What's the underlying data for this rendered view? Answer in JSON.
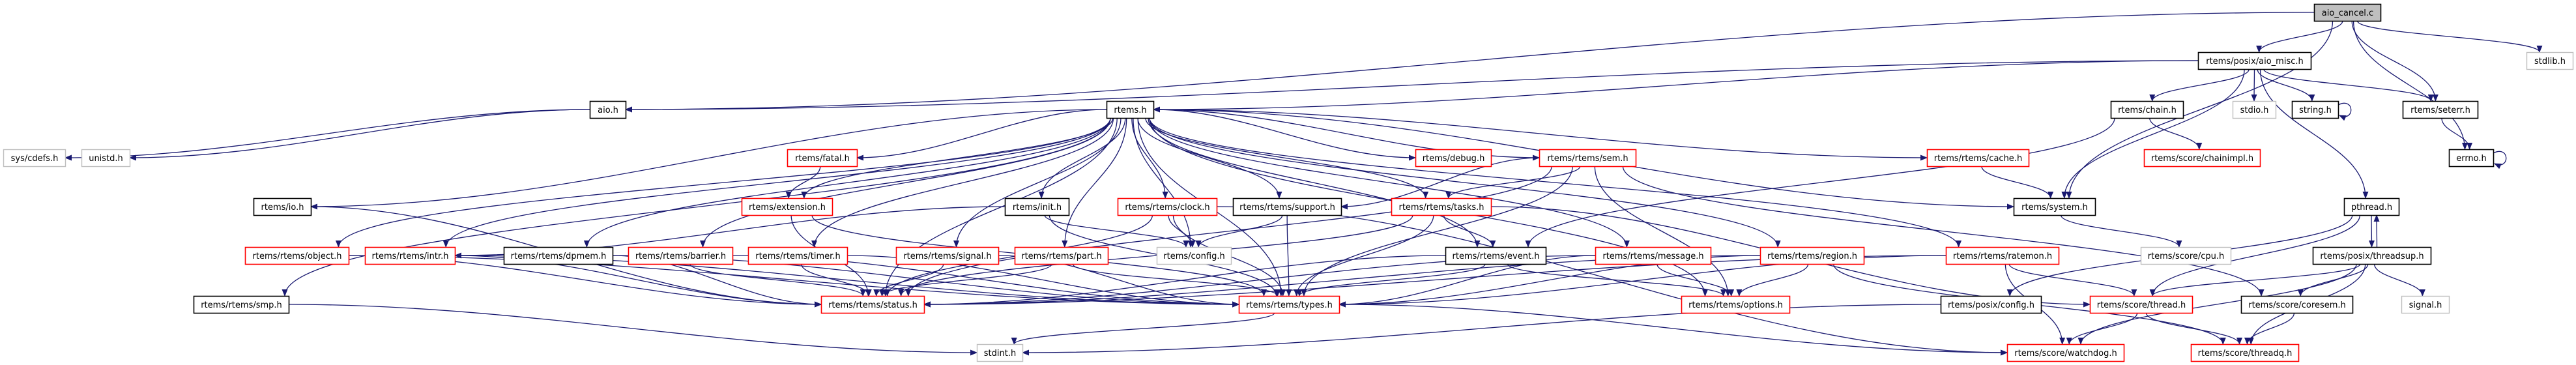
{
  "graph": {
    "title": "aio_cancel.c include dependency graph",
    "colors": {
      "edge": "#191970",
      "current_fill": "#bfbfbf",
      "current_border": "#000000",
      "documented_border": "#000000",
      "truncated_border": "#ff0000",
      "external_border": "#bfbfbf",
      "node_fill": "#ffffff"
    },
    "nodes": [
      {
        "id": "aio_cancel_c",
        "label": "aio_cancel.c",
        "kind": "current"
      },
      {
        "id": "aio_misc_h",
        "label": "rtems/posix/aio_misc.h",
        "kind": "documented"
      },
      {
        "id": "stdlib_h",
        "label": "stdlib.h",
        "kind": "external"
      },
      {
        "id": "aio_h",
        "label": "aio.h",
        "kind": "documented"
      },
      {
        "id": "rtems_h",
        "label": "rtems.h",
        "kind": "documented"
      },
      {
        "id": "chain_h",
        "label": "rtems/chain.h",
        "kind": "documented"
      },
      {
        "id": "stdio_h",
        "label": "stdio.h",
        "kind": "external"
      },
      {
        "id": "string_h",
        "label": "string.h",
        "kind": "documented"
      },
      {
        "id": "seterr_h",
        "label": "rtems/seterr.h",
        "kind": "documented"
      },
      {
        "id": "sys_cdefs_h",
        "label": "sys/cdefs.h",
        "kind": "external"
      },
      {
        "id": "unistd_h",
        "label": "unistd.h",
        "kind": "external"
      },
      {
        "id": "fatal_h",
        "label": "rtems/fatal.h",
        "kind": "truncated"
      },
      {
        "id": "debug_h",
        "label": "rtems/debug.h",
        "kind": "truncated"
      },
      {
        "id": "sem_h",
        "label": "rtems/rtems/sem.h",
        "kind": "truncated"
      },
      {
        "id": "cache_h",
        "label": "rtems/rtems/cache.h",
        "kind": "truncated"
      },
      {
        "id": "chainimpl_h",
        "label": "rtems/score/chainimpl.h",
        "kind": "truncated"
      },
      {
        "id": "errno_h",
        "label": "errno.h",
        "kind": "documented"
      },
      {
        "id": "io_h",
        "label": "rtems/io.h",
        "kind": "documented"
      },
      {
        "id": "extension_h",
        "label": "rtems/extension.h",
        "kind": "truncated"
      },
      {
        "id": "init_h",
        "label": "rtems/init.h",
        "kind": "documented"
      },
      {
        "id": "clock_h",
        "label": "rtems/rtems/clock.h",
        "kind": "truncated"
      },
      {
        "id": "support_h",
        "label": "rtems/rtems/support.h",
        "kind": "documented"
      },
      {
        "id": "tasks_h",
        "label": "rtems/rtems/tasks.h",
        "kind": "truncated"
      },
      {
        "id": "system_h",
        "label": "rtems/system.h",
        "kind": "documented"
      },
      {
        "id": "pthread_h",
        "label": "pthread.h",
        "kind": "documented"
      },
      {
        "id": "object_h",
        "label": "rtems/rtems/object.h",
        "kind": "truncated"
      },
      {
        "id": "intr_h",
        "label": "rtems/rtems/intr.h",
        "kind": "truncated"
      },
      {
        "id": "dpmem_h",
        "label": "rtems/rtems/dpmem.h",
        "kind": "documented"
      },
      {
        "id": "barrier_h",
        "label": "rtems/rtems/barrier.h",
        "kind": "truncated"
      },
      {
        "id": "timer_h",
        "label": "rtems/rtems/timer.h",
        "kind": "truncated"
      },
      {
        "id": "signal_rtems_h",
        "label": "rtems/rtems/signal.h",
        "kind": "truncated"
      },
      {
        "id": "part_h",
        "label": "rtems/rtems/part.h",
        "kind": "truncated"
      },
      {
        "id": "config_h",
        "label": "rtems/config.h",
        "kind": "external"
      },
      {
        "id": "event_h",
        "label": "rtems/rtems/event.h",
        "kind": "documented"
      },
      {
        "id": "message_h",
        "label": "rtems/rtems/message.h",
        "kind": "truncated"
      },
      {
        "id": "region_h",
        "label": "rtems/rtems/region.h",
        "kind": "truncated"
      },
      {
        "id": "ratemon_h",
        "label": "rtems/rtems/ratemon.h",
        "kind": "truncated"
      },
      {
        "id": "cpu_h",
        "label": "rtems/score/cpu.h",
        "kind": "external"
      },
      {
        "id": "threadsup_h",
        "label": "rtems/posix/threadsup.h",
        "kind": "documented"
      },
      {
        "id": "smp_h",
        "label": "rtems/rtems/smp.h",
        "kind": "documented"
      },
      {
        "id": "status_h",
        "label": "rtems/rtems/status.h",
        "kind": "truncated"
      },
      {
        "id": "types_h",
        "label": "rtems/rtems/types.h",
        "kind": "truncated"
      },
      {
        "id": "options_h",
        "label": "rtems/rtems/options.h",
        "kind": "truncated"
      },
      {
        "id": "posix_config_h",
        "label": "rtems/posix/config.h",
        "kind": "documented"
      },
      {
        "id": "thread_h",
        "label": "rtems/score/thread.h",
        "kind": "truncated"
      },
      {
        "id": "coresem_h",
        "label": "rtems/score/coresem.h",
        "kind": "documented"
      },
      {
        "id": "signal_h",
        "label": "signal.h",
        "kind": "external"
      },
      {
        "id": "stdint_h",
        "label": "stdint.h",
        "kind": "external"
      },
      {
        "id": "watchdog_h",
        "label": "rtems/score/watchdog.h",
        "kind": "truncated"
      },
      {
        "id": "threadq_h",
        "label": "rtems/score/threadq.h",
        "kind": "truncated"
      }
    ],
    "edges": [
      [
        "aio_cancel_c",
        "aio_h"
      ],
      [
        "aio_cancel_c",
        "aio_misc_h"
      ],
      [
        "aio_cancel_c",
        "system_h"
      ],
      [
        "aio_cancel_c",
        "seterr_h"
      ],
      [
        "aio_cancel_c",
        "errno_h"
      ],
      [
        "aio_cancel_c",
        "stdlib_h"
      ],
      [
        "aio_misc_h",
        "stdio_h"
      ],
      [
        "aio_misc_h",
        "string_h"
      ],
      [
        "aio_misc_h",
        "rtems_h"
      ],
      [
        "aio_misc_h",
        "aio_h"
      ],
      [
        "aio_misc_h",
        "chain_h"
      ],
      [
        "aio_misc_h",
        "pthread_h"
      ],
      [
        "aio_misc_h",
        "system_h"
      ],
      [
        "aio_misc_h",
        "seterr_h"
      ],
      [
        "aio_h",
        "sys_cdefs_h"
      ],
      [
        "aio_h",
        "unistd_h"
      ],
      [
        "string_h",
        "string_h"
      ],
      [
        "errno_h",
        "errno_h"
      ],
      [
        "seterr_h",
        "errno_h"
      ],
      [
        "chain_h",
        "chainimpl_h"
      ],
      [
        "chain_h",
        "event_h"
      ],
      [
        "rtems_h",
        "system_h"
      ],
      [
        "rtems_h",
        "status_h"
      ],
      [
        "rtems_h",
        "types_h"
      ],
      [
        "rtems_h",
        "config_h"
      ],
      [
        "rtems_h",
        "debug_h"
      ],
      [
        "rtems_h",
        "extension_h"
      ],
      [
        "rtems_h",
        "fatal_h"
      ],
      [
        "rtems_h",
        "init_h"
      ],
      [
        "rtems_h",
        "io_h"
      ],
      [
        "rtems_h",
        "barrier_h"
      ],
      [
        "rtems_h",
        "cache_h"
      ],
      [
        "rtems_h",
        "clock_h"
      ],
      [
        "rtems_h",
        "dpmem_h"
      ],
      [
        "rtems_h",
        "event_h"
      ],
      [
        "rtems_h",
        "intr_h"
      ],
      [
        "rtems_h",
        "message_h"
      ],
      [
        "rtems_h",
        "object_h"
      ],
      [
        "rtems_h",
        "part_h"
      ],
      [
        "rtems_h",
        "ratemon_h"
      ],
      [
        "rtems_h",
        "region_h"
      ],
      [
        "rtems_h",
        "sem_h"
      ],
      [
        "rtems_h",
        "signal_rtems_h"
      ],
      [
        "rtems_h",
        "smp_h"
      ],
      [
        "rtems_h",
        "support_h"
      ],
      [
        "rtems_h",
        "tasks_h"
      ],
      [
        "rtems_h",
        "timer_h"
      ],
      [
        "rtems_h",
        "options_h"
      ],
      [
        "fatal_h",
        "extension_h"
      ],
      [
        "extension_h",
        "status_h"
      ],
      [
        "extension_h",
        "types_h"
      ],
      [
        "io_h",
        "status_h"
      ],
      [
        "init_h",
        "config_h"
      ],
      [
        "init_h",
        "types_h"
      ],
      [
        "init_h",
        "intr_h"
      ],
      [
        "clock_h",
        "config_h"
      ],
      [
        "clock_h",
        "types_h"
      ],
      [
        "clock_h",
        "status_h"
      ],
      [
        "clock_h",
        "watchdog_h"
      ],
      [
        "support_h",
        "config_h"
      ],
      [
        "support_h",
        "types_h"
      ],
      [
        "tasks_h",
        "event_h"
      ],
      [
        "tasks_h",
        "types_h"
      ],
      [
        "tasks_h",
        "status_h"
      ],
      [
        "tasks_h",
        "thread_h"
      ],
      [
        "sem_h",
        "support_h"
      ],
      [
        "sem_h",
        "tasks_h"
      ],
      [
        "sem_h",
        "types_h"
      ],
      [
        "sem_h",
        "options_h"
      ],
      [
        "sem_h",
        "status_h"
      ],
      [
        "sem_h",
        "coresem_h"
      ],
      [
        "cache_h",
        "system_h"
      ],
      [
        "system_h",
        "cpu_h"
      ],
      [
        "pthread_h",
        "threadsup_h"
      ],
      [
        "pthread_h",
        "thread_h"
      ],
      [
        "pthread_h",
        "posix_config_h"
      ],
      [
        "threadsup_h",
        "pthread_h"
      ],
      [
        "threadsup_h",
        "thread_h"
      ],
      [
        "threadsup_h",
        "coresem_h"
      ],
      [
        "threadsup_h",
        "signal_h"
      ],
      [
        "threadsup_h",
        "watchdog_h"
      ],
      [
        "threadsup_h",
        "threadq_h"
      ],
      [
        "thread_h",
        "watchdog_h"
      ],
      [
        "thread_h",
        "threadq_h"
      ],
      [
        "coresem_h",
        "threadq_h"
      ],
      [
        "ratemon_h",
        "status_h"
      ],
      [
        "ratemon_h",
        "types_h"
      ],
      [
        "ratemon_h",
        "thread_h"
      ],
      [
        "ratemon_h",
        "watchdog_h"
      ],
      [
        "region_h",
        "options_h"
      ],
      [
        "region_h",
        "status_h"
      ],
      [
        "region_h",
        "types_h"
      ],
      [
        "region_h",
        "threadq_h"
      ],
      [
        "message_h",
        "options_h"
      ],
      [
        "message_h",
        "status_h"
      ],
      [
        "message_h",
        "types_h"
      ],
      [
        "event_h",
        "options_h"
      ],
      [
        "event_h",
        "status_h"
      ],
      [
        "event_h",
        "types_h"
      ],
      [
        "object_h",
        "status_h"
      ],
      [
        "object_h",
        "types_h"
      ],
      [
        "intr_h",
        "status_h"
      ],
      [
        "intr_h",
        "types_h"
      ],
      [
        "dpmem_h",
        "status_h"
      ],
      [
        "dpmem_h",
        "types_h"
      ],
      [
        "barrier_h",
        "status_h"
      ],
      [
        "barrier_h",
        "types_h"
      ],
      [
        "timer_h",
        "status_h"
      ],
      [
        "timer_h",
        "types_h"
      ],
      [
        "signal_rtems_h",
        "status_h"
      ],
      [
        "signal_rtems_h",
        "types_h"
      ],
      [
        "part_h",
        "status_h"
      ],
      [
        "part_h",
        "types_h"
      ],
      [
        "smp_h",
        "stdint_h"
      ],
      [
        "types_h",
        "stdint_h"
      ],
      [
        "types_h",
        "watchdog_h"
      ],
      [
        "posix_config_h",
        "stdint_h"
      ]
    ]
  }
}
